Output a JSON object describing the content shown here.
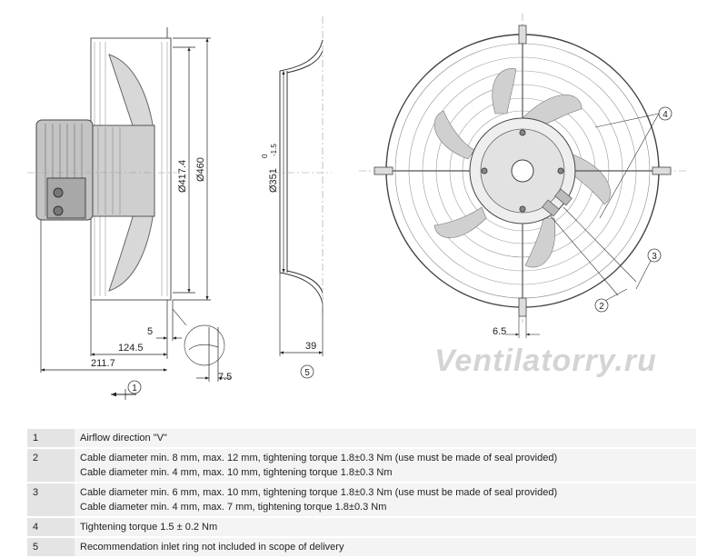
{
  "drawing": {
    "dims": {
      "d417": "Ø417.4",
      "d460": "Ø460",
      "d351": "Ø351",
      "d351_tol_upper": "0",
      "d351_tol_lower": "-1.5",
      "d5": "5",
      "d124": "124.5",
      "d211": "211.7",
      "d7": "7.5",
      "d39": "39",
      "d6": "6.5"
    },
    "callouts": {
      "c1": "1",
      "c2": "2",
      "c3": "3",
      "c4": "4",
      "c5": "5"
    },
    "watermark": "Ventilatorry.ru"
  },
  "notes": [
    {
      "num": "1",
      "lines": [
        "Airflow direction \"V\""
      ]
    },
    {
      "num": "2",
      "lines": [
        "Cable diameter min. 8 mm, max. 12 mm, tightening torque 1.8±0.3 Nm (use must be made of seal provided)",
        "Cable diameter min. 4 mm, max. 10 mm, tightening torque 1.8±0.3 Nm"
      ]
    },
    {
      "num": "3",
      "lines": [
        "Cable diameter min. 6 mm, max. 10 mm, tightening torque 1.8±0.3 Nm (use must be made of seal provided)",
        "Cable diameter min. 4 mm, max. 7 mm, tightening torque 1.8±0.3 Nm"
      ]
    },
    {
      "num": "4",
      "lines": [
        "Tightening torque 1.5 ± 0.2 Nm"
      ]
    },
    {
      "num": "5",
      "lines": [
        "Recommendation inlet ring not included in scope of delivery"
      ]
    }
  ]
}
